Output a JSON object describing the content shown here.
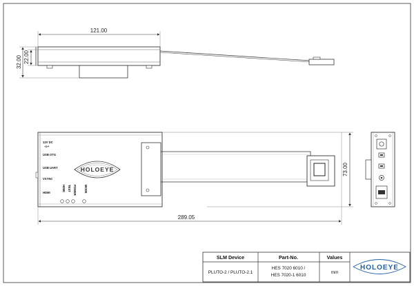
{
  "dimensions": {
    "top_width": "121.00",
    "height_outer": "32.00",
    "height_inner": "22.00",
    "total_length": "289.05",
    "side_height": "73.00"
  },
  "ports": {
    "dc": "12V DC",
    "usb_otg": "USB OTG",
    "usb_uart": "USB UART",
    "vsync": "VSYNC",
    "hdmi": "HDMI"
  },
  "leds": [
    "HDMI",
    "TEST",
    "POWER",
    "MODE"
  ],
  "logo": "HOLOEYE",
  "title_block": {
    "headers": [
      "SLM Device",
      "Part-No.",
      "Values"
    ],
    "device": "PLUTO-2 / PLUTO-2.1",
    "part_line1": "HES 7020 6010 /",
    "part_line2": "HES 7020-1 6010",
    "values": "mm",
    "logo": "HOLOEYE"
  },
  "colors": {
    "line": "#333333",
    "light_line": "#888888",
    "logo_blue": "#1f5fa8"
  }
}
